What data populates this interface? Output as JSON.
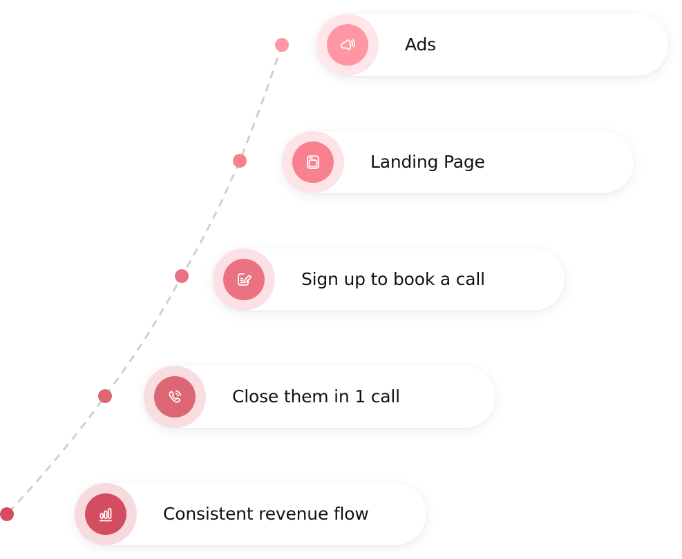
{
  "steps": [
    {
      "label": "Ads",
      "icon": "megaphone-icon",
      "icon_color": "#FE97A3",
      "halo_color": "#FFE6EA",
      "dot_color": "#FE97A3"
    },
    {
      "label": "Landing Page",
      "icon": "browser-window-icon",
      "icon_color": "#F9818F",
      "halo_color": "#FEE3E7",
      "dot_color": "#F9818F"
    },
    {
      "label": "Sign up to book a call",
      "icon": "edit-note-icon",
      "icon_color": "#EA7282",
      "halo_color": "#FBE1E5",
      "dot_color": "#EA7282"
    },
    {
      "label": "Close them in 1 call",
      "icon": "phone-call-icon",
      "icon_color": "#DD6675",
      "halo_color": "#F8DDE1",
      "dot_color": "#DD6675"
    },
    {
      "label": "Consistent revenue flow",
      "icon": "bar-chart-icon",
      "icon_color": "#D44C60",
      "halo_color": "#F6DADE",
      "dot_color": "#D44C60"
    }
  ],
  "connector": {
    "style": "dashed",
    "color": "#CFCFCF"
  }
}
